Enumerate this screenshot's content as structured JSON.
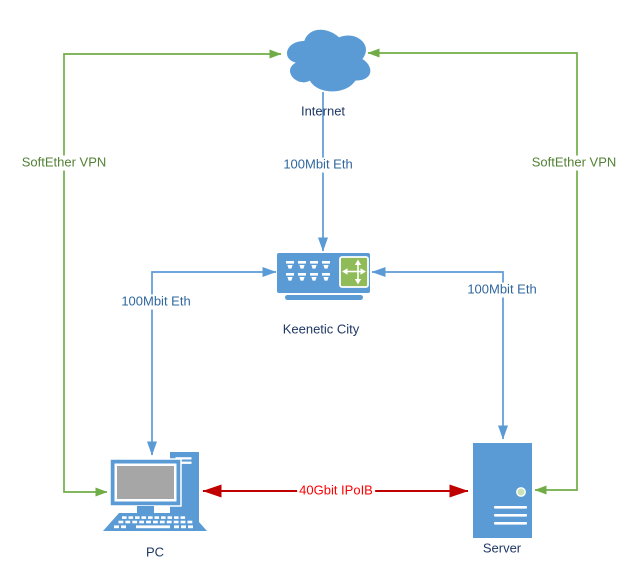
{
  "nodes": {
    "internet": {
      "label": "Internet",
      "icon": "cloud-icon"
    },
    "router": {
      "label": "Keenetic City",
      "icon": "router-switch-icon"
    },
    "pc": {
      "label": "PC",
      "icon": "desktop-pc-icon"
    },
    "server": {
      "label": "Server",
      "icon": "server-tower-icon"
    }
  },
  "edges": {
    "vpn_left": {
      "label": "SoftEther VPN",
      "from": "pc",
      "to": "internet"
    },
    "vpn_right": {
      "label": "SoftEther VPN",
      "from": "server",
      "to": "internet"
    },
    "eth_top": {
      "label": "100Mbit Eth",
      "from": "internet",
      "to": "router"
    },
    "eth_left": {
      "label": "100Mbit Eth",
      "from": "router",
      "to": "pc"
    },
    "eth_right": {
      "label": "100Mbit Eth",
      "from": "router",
      "to": "server"
    },
    "ipoib": {
      "label": "40Gbit IPoIB",
      "from": "pc",
      "to": "server"
    }
  },
  "colors": {
    "shape_blue": "#5B9BD5",
    "line_blue": "#5B9BD5",
    "line_green": "#70AD47",
    "line_red": "#C00000",
    "label_navy": "#1F3864",
    "label_blue": "#31679E",
    "label_green": "#538135",
    "label_red": "#FF0000",
    "screen_gray": "#A6A6A6",
    "switch_green": "#8FBB58",
    "led_green": "#C9E2B8"
  }
}
